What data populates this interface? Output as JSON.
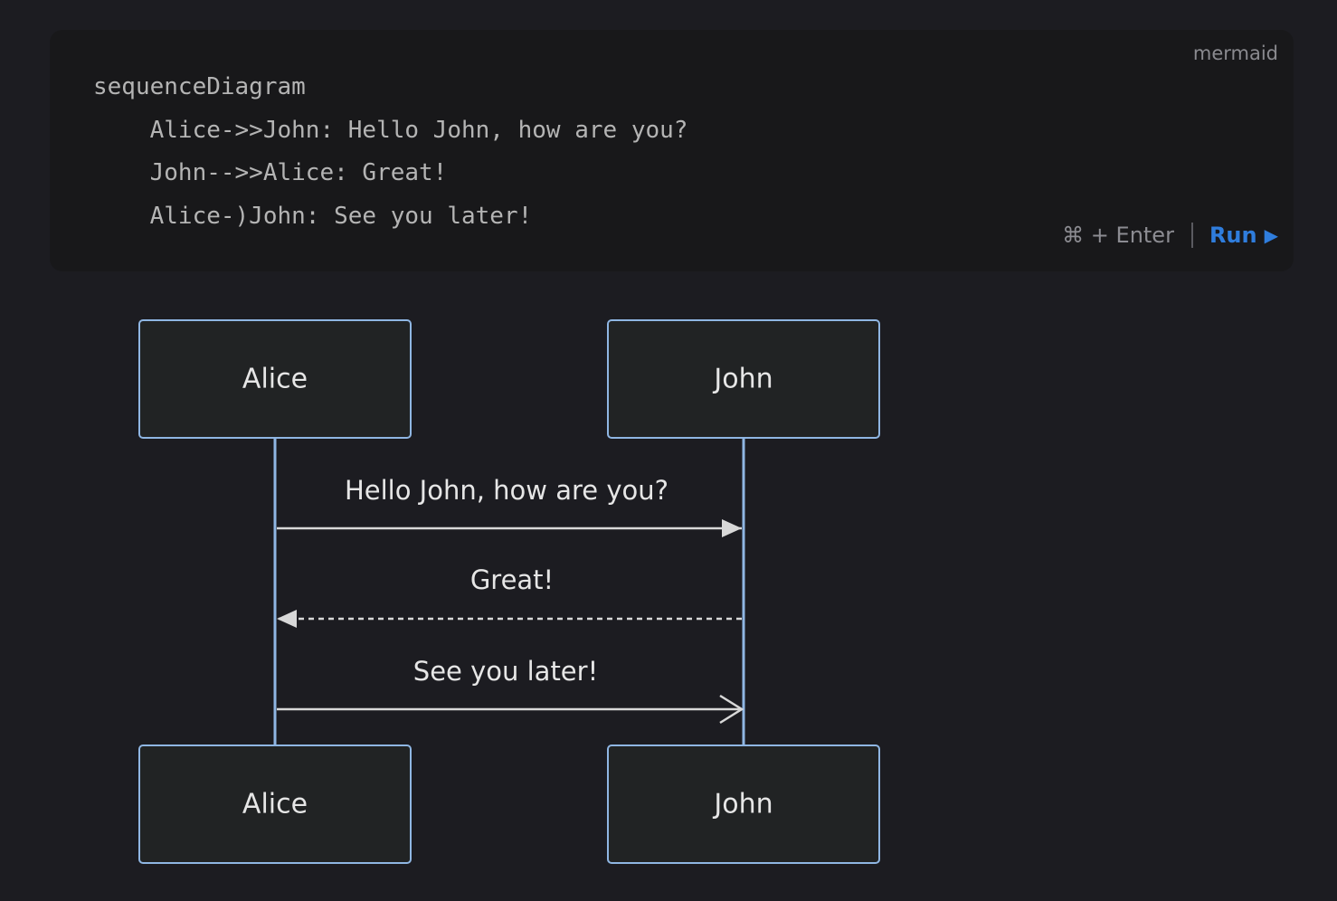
{
  "code_block": {
    "language": "mermaid",
    "lines": [
      "sequenceDiagram",
      "    Alice->>John: Hello John, how are you?",
      "    John-->>Alice: Great!",
      "    Alice-)John: See you later!"
    ],
    "shortcut": "⌘ + Enter",
    "run_label": "Run",
    "run_icon": "play-triangle-icon"
  },
  "diagram": {
    "actors": [
      {
        "name": "Alice"
      },
      {
        "name": "John"
      }
    ],
    "messages": [
      {
        "from": "Alice",
        "to": "John",
        "text": "Hello John, how are you?",
        "style": "solid-filled-arrow"
      },
      {
        "from": "John",
        "to": "Alice",
        "text": "Great!",
        "style": "dotted-filled-arrow"
      },
      {
        "from": "Alice",
        "to": "John",
        "text": "See you later!",
        "style": "solid-open-arrow"
      }
    ]
  },
  "colors": {
    "background": "#1c1c21",
    "code_background": "#18181a",
    "run_accent": "#2f7ddd",
    "actor_border": "#8fb6e3",
    "actor_fill": "#212324",
    "message_line": "#d8d8d8"
  }
}
